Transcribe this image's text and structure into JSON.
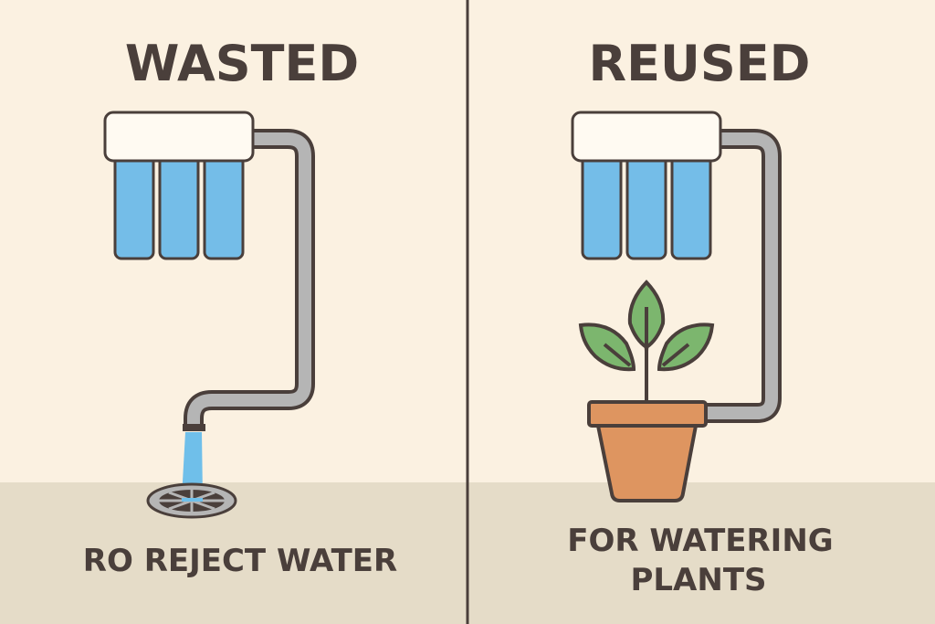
{
  "left_panel": {
    "title": "WASTED",
    "caption": "RO REJECT WATER"
  },
  "right_panel": {
    "title": "REUSED",
    "caption_line1": "FOR WATERING",
    "caption_line2": "PLANTS"
  },
  "colors": {
    "background": "#fbf1e1",
    "floor": "#e5dcc8",
    "outline": "#4a3f3b",
    "cartridge": "#74bde8",
    "pipe": "#b5b5b5",
    "water": "#6fbfea",
    "leaf": "#7cb66e",
    "pot": "#de9560"
  }
}
